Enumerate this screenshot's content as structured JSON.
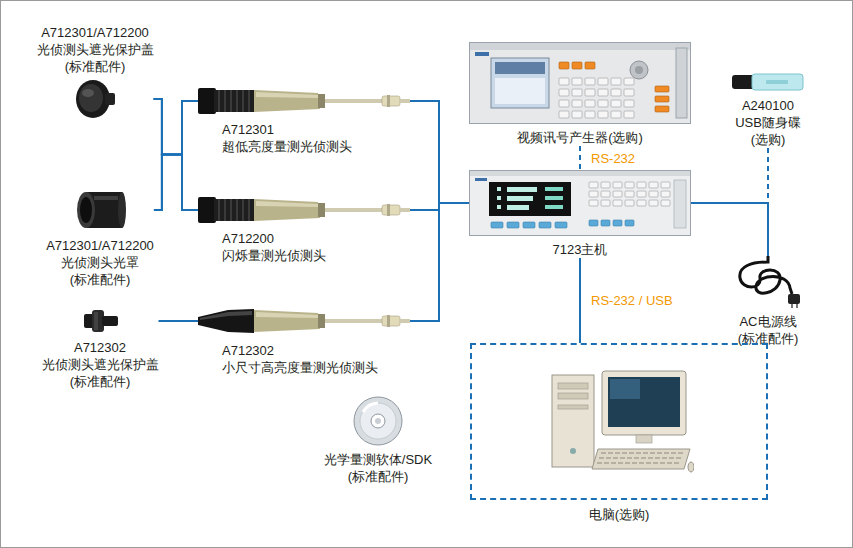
{
  "diagram": {
    "nodes": [
      {
        "text": [
          "A712301/A712200",
          "光侦测头遮光保护盖",
          "(标准配件)"
        ]
      },
      {
        "text": [
          "A712301/A712200",
          "光侦测头光罩",
          "(标准配件)"
        ]
      },
      {
        "text": [
          "A712302",
          "光侦测头遮光保护盖",
          "(标准配件)"
        ]
      },
      {
        "text": [
          "A712301",
          "超低亮度量测光侦测头"
        ]
      },
      {
        "text": [
          "A712200",
          "闪烁量测光侦测头"
        ]
      },
      {
        "text": [
          "A712302",
          "小尺寸高亮度量测光侦测头"
        ]
      },
      {
        "text": [
          "视频讯号产生器(选购)"
        ]
      },
      {
        "text": [
          "7123主机"
        ]
      },
      {
        "text": [
          "A240100",
          "USB随身碟",
          "(选购)"
        ]
      },
      {
        "text": [
          "AC电源线",
          "(标准配件)"
        ]
      },
      {
        "text": [
          "电脑(选购)"
        ]
      },
      {
        "text": [
          "光学量测软体/SDK",
          "(标准配件)"
        ]
      }
    ],
    "edges": [
      {
        "from": 0,
        "to": 3,
        "arrow": "none"
      },
      {
        "from": 0,
        "to": 4,
        "arrow": "none"
      },
      {
        "from": 1,
        "to": 3,
        "arrow": "none"
      },
      {
        "from": 1,
        "to": 4,
        "arrow": "none"
      },
      {
        "from": 2,
        "to": 5,
        "arrow": "none"
      },
      {
        "from": 3,
        "to": 7,
        "arrow": "none"
      },
      {
        "from": 4,
        "to": 7,
        "arrow": "none"
      },
      {
        "from": 5,
        "to": 7,
        "arrow": "none"
      },
      {
        "from": 6,
        "to": 7,
        "label": "RS-232",
        "arrow": "none"
      },
      {
        "from": 7,
        "to": 10,
        "label": "RS-232 / USB",
        "arrow": "none"
      },
      {
        "from": 8,
        "to": 7,
        "arrow": "none"
      },
      {
        "from": 9,
        "to": 7,
        "arrow": "none"
      }
    ]
  }
}
